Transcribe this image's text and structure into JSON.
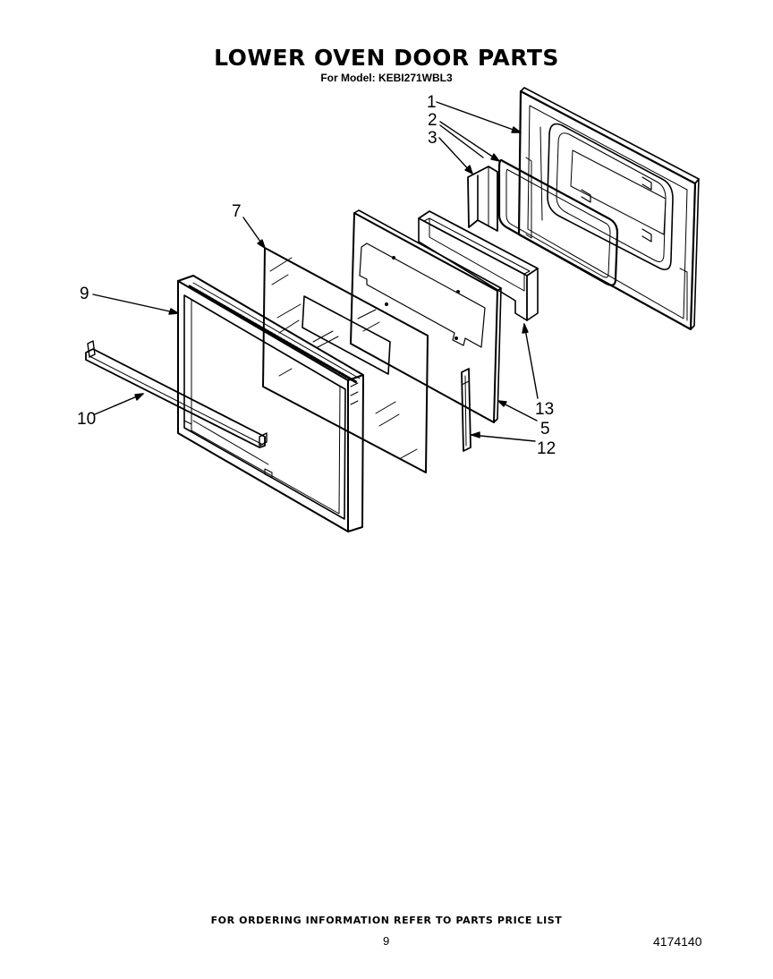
{
  "header": {
    "title": "LOWER OVEN DOOR PARTS",
    "model_line": "For Model: KEBI271WBL3"
  },
  "callouts": {
    "c1": "1",
    "c2": "2",
    "c3": "3",
    "c5": "5",
    "c7": "7",
    "c9": "9",
    "c10": "10",
    "c12": "12",
    "c13": "13"
  },
  "footer": {
    "note": "FOR ORDERING INFORMATION REFER TO PARTS PRICE LIST",
    "page_number": "9",
    "document_number": "4174140"
  }
}
